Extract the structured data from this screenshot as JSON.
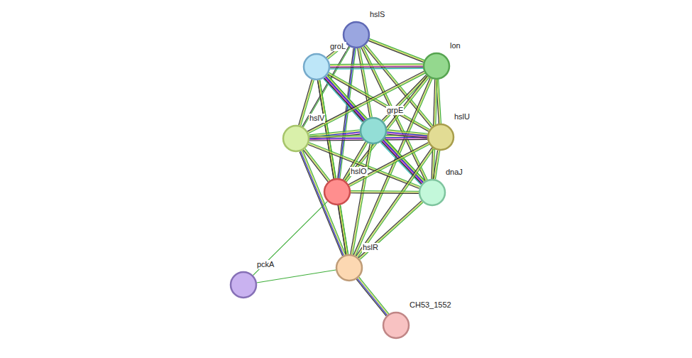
{
  "diagram": {
    "nodes": [
      {
        "text": [
          "hslS"
        ]
      },
      {
        "text": [
          "groL"
        ]
      },
      {
        "text": [
          "lon"
        ]
      },
      {
        "text": [
          "grpE"
        ]
      },
      {
        "text": [
          "hslV"
        ]
      },
      {
        "text": [
          "hslU"
        ]
      },
      {
        "text": [
          "hslO"
        ]
      },
      {
        "text": [
          "dnaJ"
        ]
      },
      {
        "text": [
          "hslR"
        ]
      },
      {
        "text": [
          "pckA"
        ]
      },
      {
        "text": [
          "CH53_1552"
        ]
      }
    ],
    "edges": [
      {
        "from": 0,
        "to": 1,
        "arrow": "none"
      },
      {
        "from": 0,
        "to": 2,
        "arrow": "none"
      },
      {
        "from": 0,
        "to": 4,
        "arrow": "none"
      },
      {
        "from": 0,
        "to": 3,
        "arrow": "none"
      },
      {
        "from": 0,
        "to": 5,
        "arrow": "none"
      },
      {
        "from": 0,
        "to": 6,
        "arrow": "none"
      },
      {
        "from": 0,
        "to": 7,
        "arrow": "none"
      },
      {
        "from": 1,
        "to": 2,
        "arrow": "none"
      },
      {
        "from": 1,
        "to": 4,
        "arrow": "none"
      },
      {
        "from": 1,
        "to": 3,
        "arrow": "none"
      },
      {
        "from": 1,
        "to": 5,
        "arrow": "none"
      },
      {
        "from": 1,
        "to": 6,
        "arrow": "none"
      },
      {
        "from": 1,
        "to": 7,
        "arrow": "none"
      },
      {
        "from": 1,
        "to": 8,
        "arrow": "none"
      },
      {
        "from": 2,
        "to": 4,
        "arrow": "none"
      },
      {
        "from": 2,
        "to": 3,
        "arrow": "none"
      },
      {
        "from": 2,
        "to": 5,
        "arrow": "none"
      },
      {
        "from": 2,
        "to": 6,
        "arrow": "none"
      },
      {
        "from": 2,
        "to": 7,
        "arrow": "none"
      },
      {
        "from": 2,
        "to": 8,
        "arrow": "none"
      },
      {
        "from": 4,
        "to": 3,
        "arrow": "none"
      },
      {
        "from": 4,
        "to": 5,
        "arrow": "none"
      },
      {
        "from": 4,
        "to": 6,
        "arrow": "none"
      },
      {
        "from": 4,
        "to": 7,
        "arrow": "none"
      },
      {
        "from": 4,
        "to": 8,
        "arrow": "none"
      },
      {
        "from": 3,
        "to": 5,
        "arrow": "none"
      },
      {
        "from": 3,
        "to": 6,
        "arrow": "none"
      },
      {
        "from": 3,
        "to": 7,
        "arrow": "none"
      },
      {
        "from": 3,
        "to": 8,
        "arrow": "none"
      },
      {
        "from": 5,
        "to": 6,
        "arrow": "none"
      },
      {
        "from": 5,
        "to": 7,
        "arrow": "none"
      },
      {
        "from": 5,
        "to": 8,
        "arrow": "none"
      },
      {
        "from": 6,
        "to": 7,
        "arrow": "none"
      },
      {
        "from": 6,
        "to": 8,
        "arrow": "none"
      },
      {
        "from": 6,
        "to": 9,
        "arrow": "none"
      },
      {
        "from": 7,
        "to": 8,
        "arrow": "none"
      },
      {
        "from": 8,
        "to": 9,
        "arrow": "none"
      },
      {
        "from": 8,
        "to": 10,
        "arrow": "none"
      }
    ]
  }
}
